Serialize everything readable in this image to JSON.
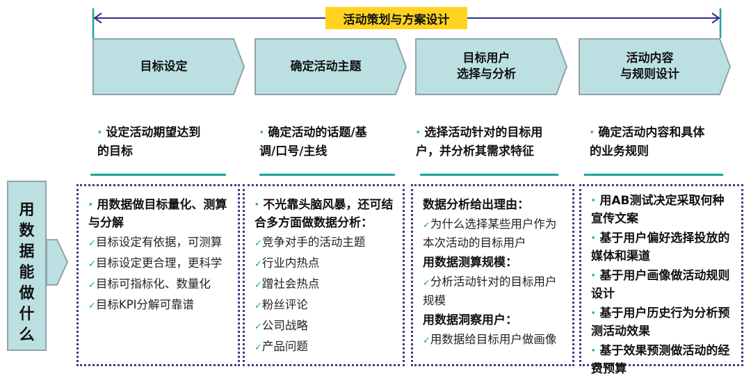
{
  "banner": "活动策划与方案设计",
  "colors": {
    "chevron_fill": "#BCE0E2",
    "accent": "#1BA39C",
    "banner": "#FFD320",
    "border": "#3a3a8c"
  },
  "left_label": [
    "用",
    "数",
    "据",
    "能",
    "做",
    "什",
    "么"
  ],
  "stages": [
    {
      "title": [
        "目标设定"
      ],
      "goal": [
        "设定活动期望达到",
        "的目标"
      ]
    },
    {
      "title": [
        "确定活动主题"
      ],
      "goal": [
        "确定活动的话题/基",
        "调/口号/主线"
      ]
    },
    {
      "title": [
        "目标用户",
        "选择与分析"
      ],
      "goal": [
        "选择活动针对的目标用",
        "户，并分析其需求特征"
      ]
    },
    {
      "title": [
        "活动内容",
        "与规则设计"
      ],
      "goal": [
        "确定活动内容和具体",
        "的业务规则"
      ]
    }
  ],
  "boxes": [
    {
      "items": [
        {
          "t": "h",
          "b": true,
          "text": "用数据做目标量化、测算与分解"
        },
        {
          "t": "i",
          "text": "目标设定有依据，可测算"
        },
        {
          "t": "i",
          "text": "目标设定更合理，更科学"
        },
        {
          "t": "i",
          "text": "目标可指标化、数量化"
        },
        {
          "t": "i",
          "text": "目标KPI分解可靠谱"
        }
      ]
    },
    {
      "items": [
        {
          "t": "h",
          "b": true,
          "text": "不光靠头脑风暴，还可结合多方面做数据分析："
        },
        {
          "t": "i",
          "text": "竞争对手的活动主题"
        },
        {
          "t": "i",
          "text": "行业内热点"
        },
        {
          "t": "i",
          "text": "蹭社会热点"
        },
        {
          "t": "i",
          "text": "粉丝评论"
        },
        {
          "t": "i",
          "text": "公司战略"
        },
        {
          "t": "i",
          "text": "产品问题"
        }
      ]
    },
    {
      "items": [
        {
          "t": "h",
          "text": "数据分析给出理由："
        },
        {
          "t": "i",
          "text": "为什么选择某些用户作为本次活动的目标用户"
        },
        {
          "t": "h",
          "text": "用数据测算规模："
        },
        {
          "t": "i",
          "text": "分析活动针对的目标用户规模"
        },
        {
          "t": "h",
          "text": "用数据洞察用户："
        },
        {
          "t": "i",
          "text": "用数据给目标用户做画像"
        }
      ]
    },
    {
      "items": [
        {
          "t": "h",
          "b": true,
          "text": "用AB测试决定采取何种宣传文案"
        },
        {
          "t": "h",
          "b": true,
          "text": "基于用户偏好选择投放的媒体和渠道"
        },
        {
          "t": "h",
          "b": true,
          "text": "基于用户画像做活动规则设计"
        },
        {
          "t": "h",
          "b": true,
          "text": "基于用户历史行为分析预测活动效果"
        },
        {
          "t": "h",
          "b": true,
          "text": "基于效果预测做活动的经费预算"
        }
      ]
    }
  ]
}
